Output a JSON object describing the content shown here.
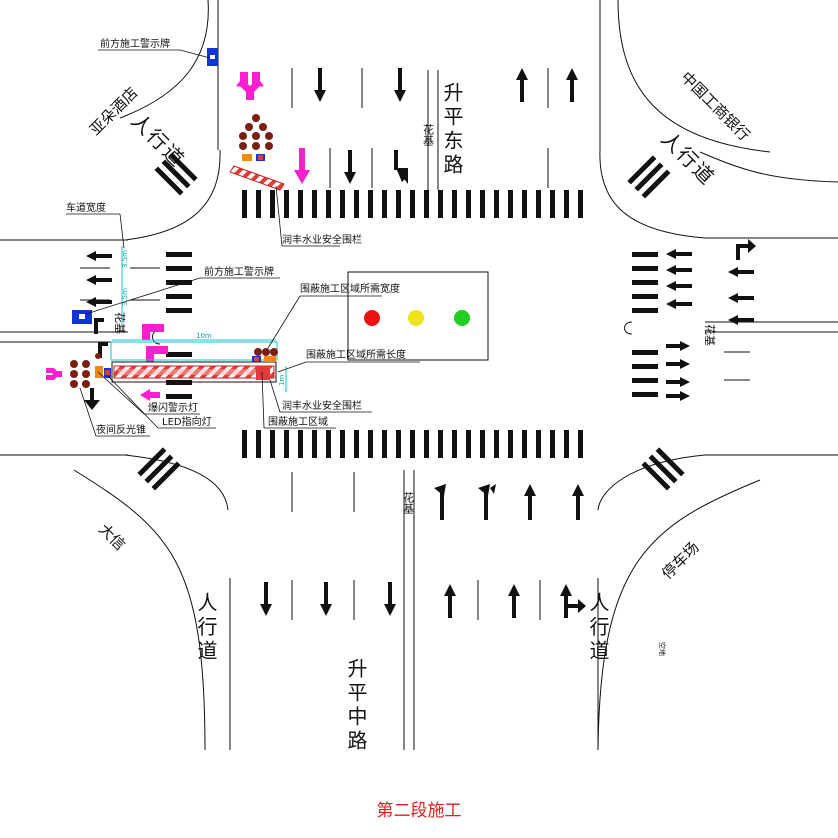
{
  "caption": "第二段施工",
  "roads": {
    "north": "升平东路",
    "south": "升平中路"
  },
  "sidewalk": "人行道",
  "places": {
    "hotel": "亚朵酒店",
    "bank": "中国工商银行",
    "daxin": "大信",
    "parking": "停车场",
    "small": "空地"
  },
  "median": "花基",
  "labels": {
    "sign_top": "前方施工警示牌",
    "lane_width": "车道宽度",
    "barrier_top": "润丰水业安全围栏",
    "sign_left": "前方施工警示牌",
    "enclosure_width": "围蔽施工区域所需宽度",
    "enclosure_length": "围蔽施工区域所需长度",
    "barrier_bottom": "润丰水业安全围栏",
    "flash": "爆闪警示灯",
    "led": "LED指向灯",
    "cone": "夜间反光锥",
    "zone": "围蔽施工区域"
  },
  "dims": {
    "d1": "3.5m",
    "d2": "3.5m",
    "d3": "10m",
    "d4": "1m"
  },
  "signal_colors": {
    "red": "#ee1111",
    "yellow": "#f2e21a",
    "green": "#22cc22"
  },
  "colors": {
    "caption": "#e0201c",
    "magenta": "#ff1fd1",
    "barrier": "#e23b3b",
    "cone": "#7a1f12",
    "sign": "#1034d8",
    "flash": "#f08a10",
    "dim": "#12c4cc"
  }
}
